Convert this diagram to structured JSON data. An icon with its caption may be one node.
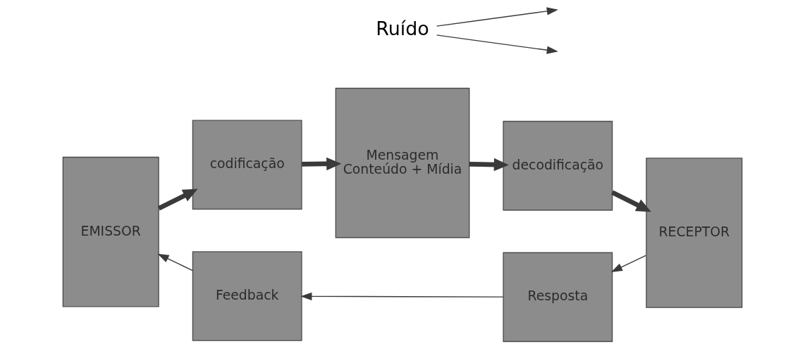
{
  "diagram": {
    "nodes": [
      {
        "text": [
          "EMISSOR"
        ]
      },
      {
        "text": [
          "codificação"
        ]
      },
      {
        "text": [
          "Mensagem",
          "Conteúdo + Mídia"
        ]
      },
      {
        "text": [
          "decodificação"
        ]
      },
      {
        "text": [
          "RECEPTOR"
        ]
      },
      {
        "text": [
          "Resposta"
        ]
      },
      {
        "text": [
          "Feedback"
        ]
      },
      {
        "text": [
          "Ruído"
        ]
      }
    ],
    "edges": [
      {
        "from": 0,
        "to": 1,
        "arrow": "to",
        "style": "thick"
      },
      {
        "from": 1,
        "to": 2,
        "arrow": "to",
        "style": "thick"
      },
      {
        "from": 2,
        "to": 3,
        "arrow": "to",
        "style": "thick"
      },
      {
        "from": 3,
        "to": 4,
        "arrow": "to",
        "style": "thick"
      },
      {
        "from": 4,
        "to": 5,
        "arrow": "to"
      },
      {
        "from": 5,
        "to": 6,
        "arrow": "to"
      },
      {
        "from": 6,
        "to": 0,
        "arrow": "to"
      },
      {
        "from": 7,
        "to": null,
        "arrow": "to"
      },
      {
        "from": 7,
        "to": null,
        "arrow": "to"
      }
    ]
  }
}
